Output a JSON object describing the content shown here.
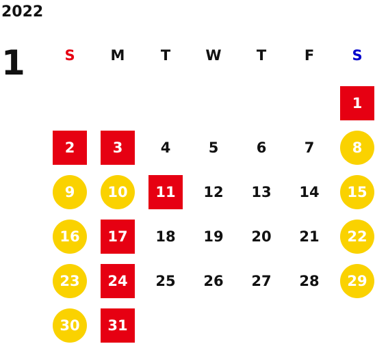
{
  "year": "2022",
  "month": "1",
  "colors": {
    "holiday_red": "#e60012",
    "weekend_yellow": "#fad200",
    "sunday_label": "#e60012",
    "saturday_label": "#0000cc"
  },
  "weekdays": [
    {
      "label": "S",
      "color": "#e60012"
    },
    {
      "label": "M",
      "color": "#111111"
    },
    {
      "label": "T",
      "color": "#111111"
    },
    {
      "label": "W",
      "color": "#111111"
    },
    {
      "label": "T",
      "color": "#111111"
    },
    {
      "label": "F",
      "color": "#111111"
    },
    {
      "label": "S",
      "color": "#0000cc"
    }
  ],
  "days": [
    {
      "day": "1",
      "style": "red"
    },
    {
      "day": "2",
      "style": "red"
    },
    {
      "day": "3",
      "style": "red"
    },
    {
      "day": "4",
      "style": "plain"
    },
    {
      "day": "5",
      "style": "plain"
    },
    {
      "day": "6",
      "style": "plain"
    },
    {
      "day": "7",
      "style": "plain"
    },
    {
      "day": "8",
      "style": "yellow"
    },
    {
      "day": "9",
      "style": "yellow"
    },
    {
      "day": "10",
      "style": "yellow"
    },
    {
      "day": "11",
      "style": "red"
    },
    {
      "day": "12",
      "style": "plain"
    },
    {
      "day": "13",
      "style": "plain"
    },
    {
      "day": "14",
      "style": "plain"
    },
    {
      "day": "15",
      "style": "yellow"
    },
    {
      "day": "16",
      "style": "yellow"
    },
    {
      "day": "17",
      "style": "red"
    },
    {
      "day": "18",
      "style": "plain"
    },
    {
      "day": "19",
      "style": "plain"
    },
    {
      "day": "20",
      "style": "plain"
    },
    {
      "day": "21",
      "style": "plain"
    },
    {
      "day": "22",
      "style": "yellow"
    },
    {
      "day": "23",
      "style": "yellow"
    },
    {
      "day": "24",
      "style": "red"
    },
    {
      "day": "25",
      "style": "plain"
    },
    {
      "day": "26",
      "style": "plain"
    },
    {
      "day": "27",
      "style": "plain"
    },
    {
      "day": "28",
      "style": "plain"
    },
    {
      "day": "29",
      "style": "yellow"
    },
    {
      "day": "30",
      "style": "yellow"
    },
    {
      "day": "31",
      "style": "red"
    }
  ]
}
